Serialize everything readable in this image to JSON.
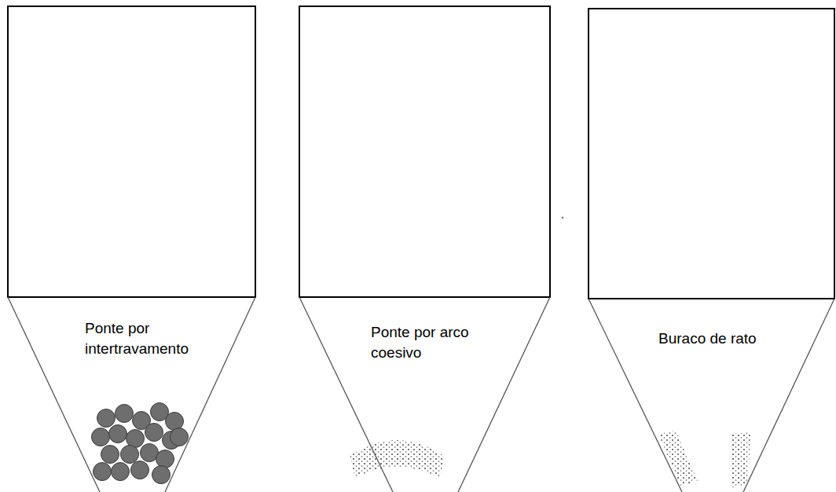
{
  "diagram": {
    "labels": [
      "Ponte por intertravamento",
      "Ponte por arco coesivo",
      "Buraco de rato"
    ]
  }
}
